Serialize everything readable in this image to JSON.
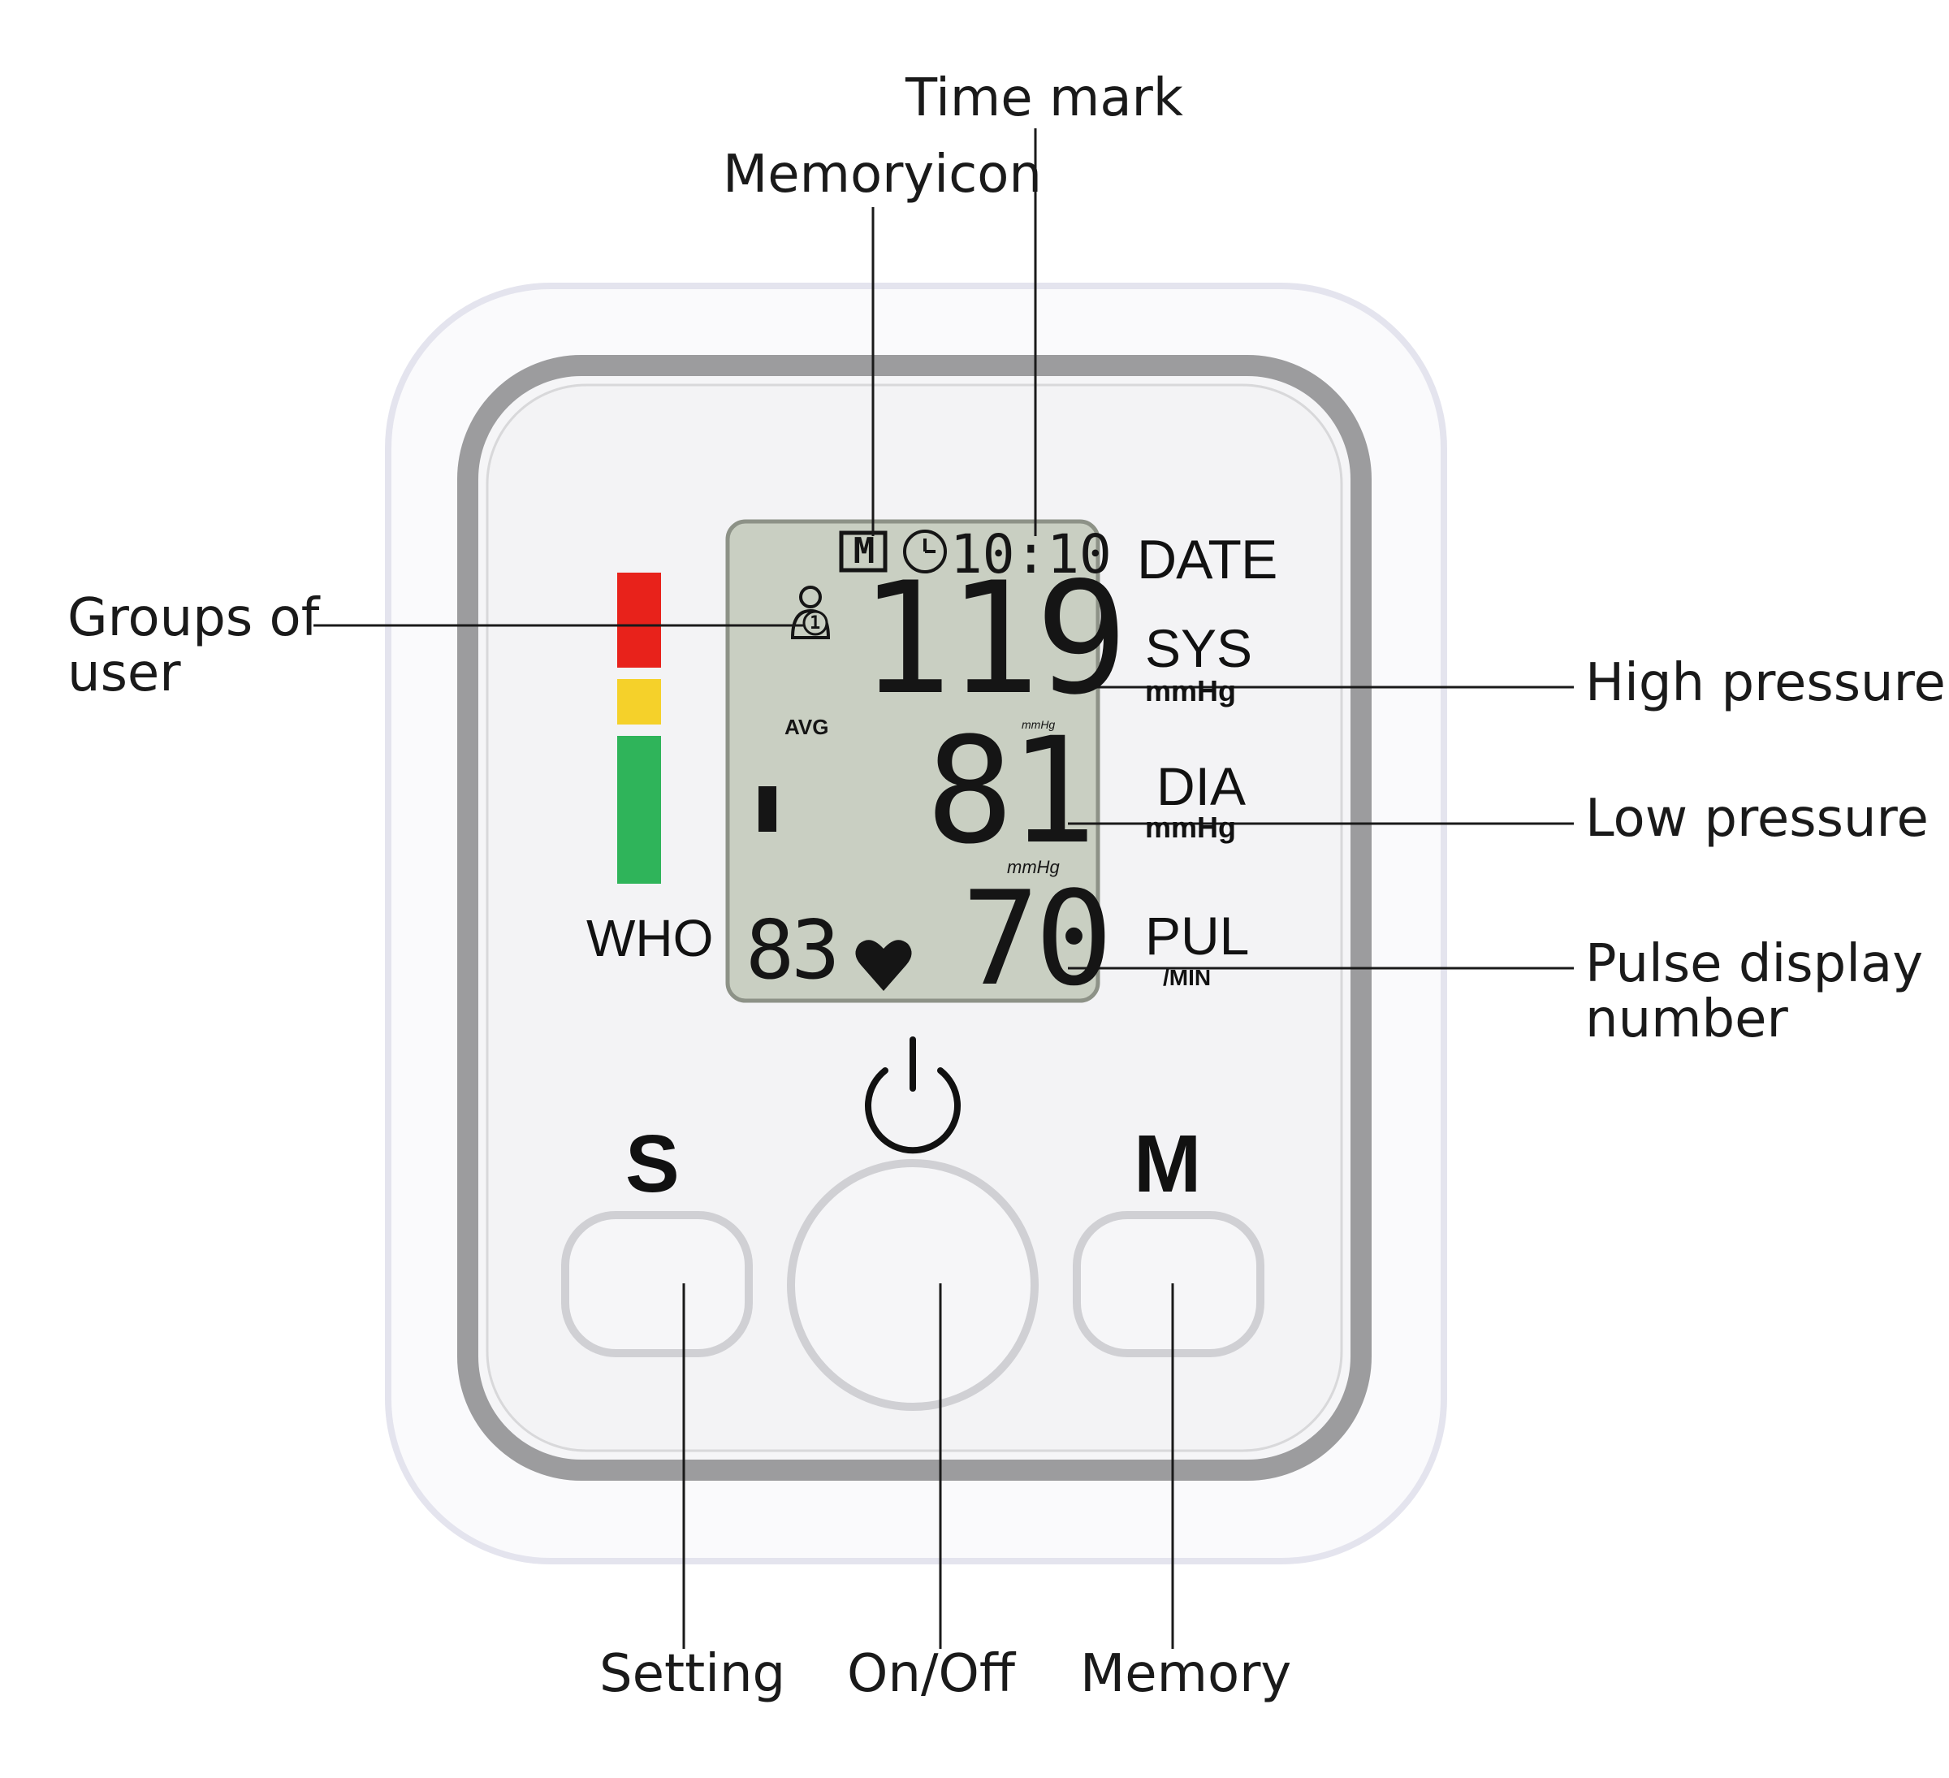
{
  "callouts": {
    "time_mark": "Time mark",
    "memory_icon": "Memoryicon",
    "groups_of_user_line1": "Groups of",
    "groups_of_user_line2": "user",
    "high_pressure": "High pressure",
    "low_pressure": "Low pressure",
    "pulse_line1": "Pulse display",
    "pulse_line2": "number",
    "setting": "Setting",
    "on_off": "On/Off",
    "memory": "Memory"
  },
  "device": {
    "labels": {
      "date": "DATE",
      "sys": "SYS",
      "sys_unit": "mmHg",
      "dia": "DIA",
      "dia_unit": "mmHg",
      "pul": "PUL",
      "pul_unit": "/MIN",
      "who": "WHO"
    },
    "buttons": {
      "setting_letter": "S",
      "memory_letter": "M"
    },
    "who_scale_colors": [
      "#e8221b",
      "#f5d12a",
      "#2fb45a"
    ]
  },
  "lcd": {
    "memory_badge": "M",
    "time": "10:10",
    "user_number": "1",
    "avg": "AVG",
    "sys_value": "119",
    "small_unit_1": "mmHg",
    "dia_value": "81",
    "small_unit_2": "mmHg",
    "pulse_value": "70",
    "memory_count": "83",
    "background": "#c9cfc2"
  }
}
